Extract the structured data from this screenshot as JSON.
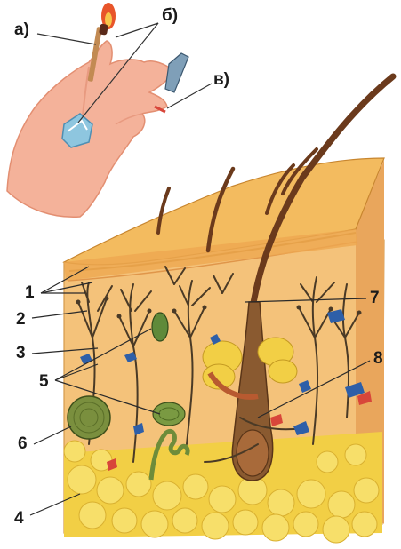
{
  "labels": {
    "a": "а)",
    "b": "б)",
    "v": "в)",
    "n1": "1",
    "n2": "2",
    "n3": "3",
    "n4": "4",
    "n5": "5",
    "n6": "6",
    "n7": "7",
    "n8": "8"
  },
  "colors": {
    "skin_hand": "#f2a98a",
    "epidermis": "#f0b458",
    "dermis": "#f4c27a",
    "fat": "#f6d54a",
    "hair": "#6b3a1c",
    "nerve": "#4a3a26",
    "vessel_blue": "#2e5fa8",
    "vessel_red": "#d8463a",
    "gland_green": "#6e8c3a",
    "flame": "#e8552a",
    "ice": "#7fb6d6"
  }
}
